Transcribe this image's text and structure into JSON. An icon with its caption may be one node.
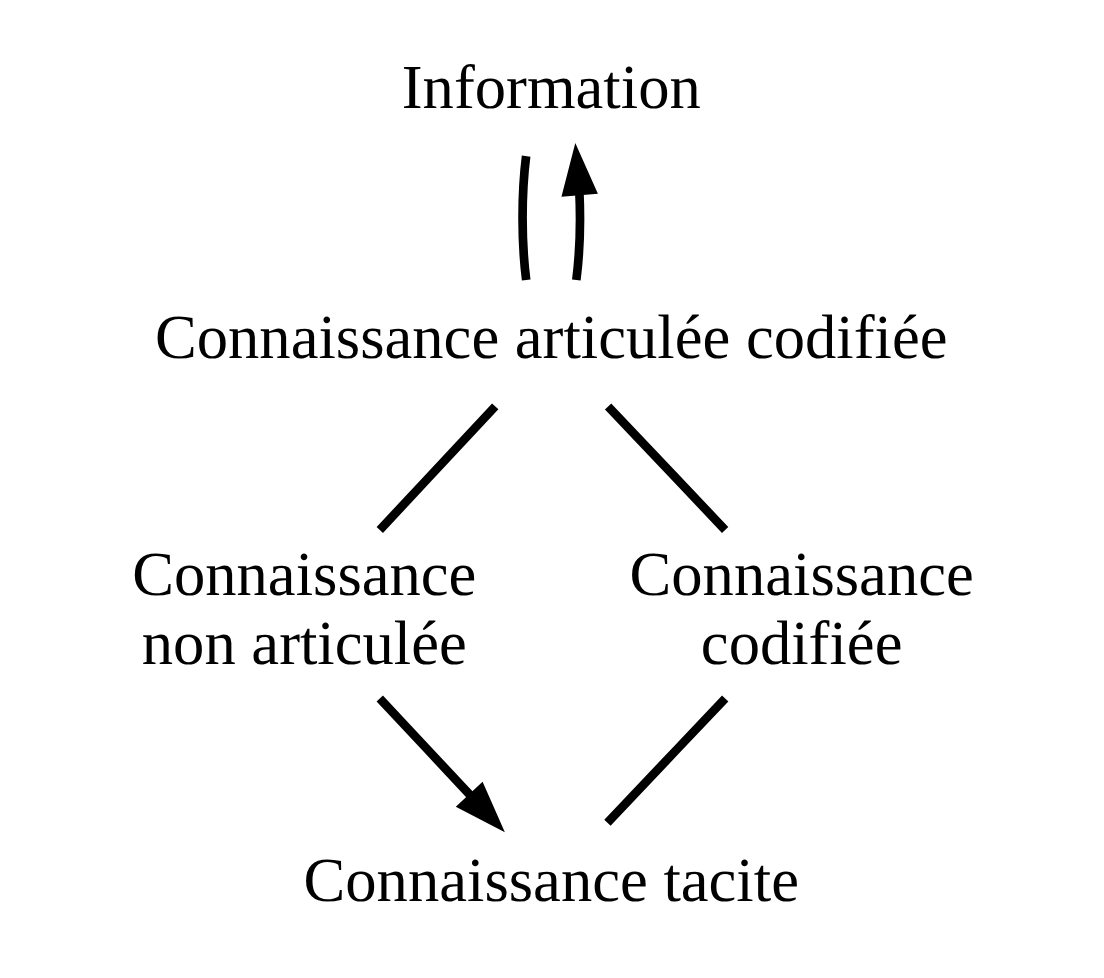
{
  "diagram": {
    "nodes": [
      {
        "text": [
          "Information"
        ]
      },
      {
        "text": [
          "Connaissance articulée codifiée"
        ]
      },
      {
        "text": [
          "Connaissance non articulée"
        ]
      },
      {
        "text": [
          "Connaissance codifiée"
        ]
      },
      {
        "text": [
          "Connaissance tacite"
        ]
      }
    ],
    "edges": [
      {
        "from": 0,
        "to": 1,
        "arrow": "none"
      },
      {
        "from": 1,
        "to": 0,
        "arrow": "to"
      },
      {
        "from": 1,
        "to": 2,
        "arrow": "none"
      },
      {
        "from": 3,
        "to": 1,
        "arrow": "none"
      },
      {
        "from": 2,
        "to": 4,
        "arrow": "to"
      },
      {
        "from": 4,
        "to": 3,
        "arrow": "none"
      }
    ]
  }
}
